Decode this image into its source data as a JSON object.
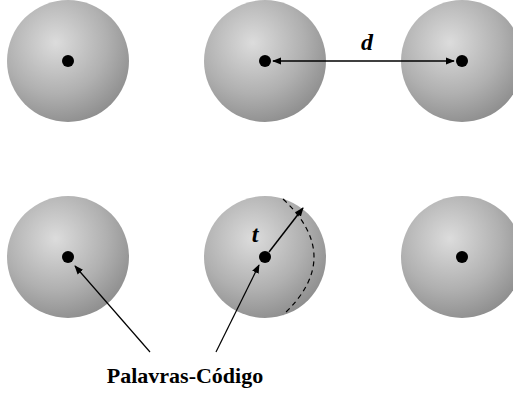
{
  "diagram": {
    "labels": [
      "d",
      "t",
      "Palavras-Código"
    ]
  }
}
